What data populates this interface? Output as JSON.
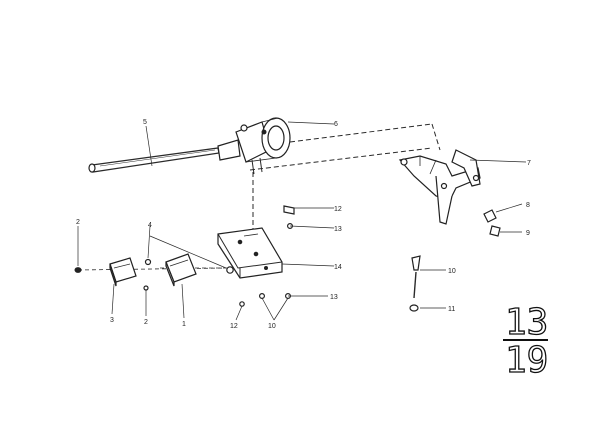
{
  "callouts": {
    "n1": "1",
    "n2_top": "2",
    "n2_bottom": "2",
    "n3": "3",
    "n4": "4",
    "n5": "5",
    "n6": "6",
    "n7": "7",
    "n8": "8",
    "n9": "9",
    "n10_center": "10",
    "n10_right": "10",
    "n11": "11",
    "n12_a": "12",
    "n12_b": "12",
    "n13_a": "13",
    "n13_b": "13",
    "n14": "14"
  },
  "page_number": {
    "group": "13",
    "sheet": "19"
  }
}
